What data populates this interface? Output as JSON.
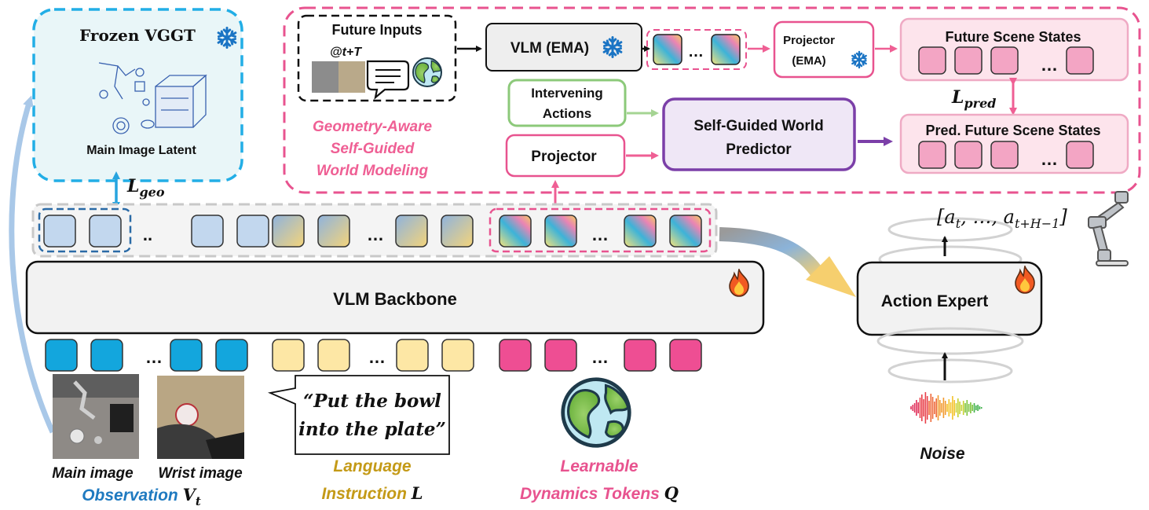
{
  "vggt": {
    "title": "Frozen VGGT",
    "latent_label": "Main Image Latent"
  },
  "losses": {
    "geo_main": "L",
    "geo_sub": "geo",
    "pred_main": "L",
    "pred_sub": "pred"
  },
  "future_inputs": {
    "title": "Future Inputs",
    "subtitle": "@t+T"
  },
  "modules": {
    "vlm_ema": "VLM (EMA)",
    "projector_ema_line1": "Projector",
    "projector_ema_line2": "(EMA)",
    "future_states": "Future Scene States",
    "intervening_line1": "Intervening",
    "intervening_line2": "Actions",
    "projector": "Projector",
    "predictor_line1": "Self-Guided World",
    "predictor_line2": "Predictor",
    "pred_future_states": "Pred. Future Scene States",
    "backbone": "VLM Backbone",
    "action_expert": "Action Expert"
  },
  "world_modeling": {
    "line1": "Geometry-Aware",
    "line2": "Self-Guided",
    "line3": "World Modeling"
  },
  "ellipsis": "…",
  "ellipsis_dots": "..",
  "action_seq": {
    "open": "[",
    "a1": "a",
    "a1_sub": "t",
    "mid": ", …, ",
    "a2": "a",
    "a2_sub": "t+H−1",
    "close": "]"
  },
  "noise_label": "Noise",
  "instruction_quote_line1": "“Put the bowl",
  "instruction_quote_line2": "into the plate”",
  "bottom_labels": {
    "main_image": "Main image",
    "wrist_image": "Wrist image",
    "observation": "Observation ",
    "observation_sym": "V",
    "observation_sub": "t",
    "language_line1": "Language",
    "language_line2": "Instruction ",
    "language_sym": "L",
    "dynamics_line1": "Learnable",
    "dynamics_line2": "Dynamics Tokens ",
    "dynamics_sym": "Q"
  },
  "colors": {
    "observation_blue": "#1f7ac0",
    "language_gold": "#c49a17",
    "dynamics_pink": "#e8538f",
    "token_blue": "#13a6dd",
    "token_yellow": "#fde7a5",
    "token_pink": "#ee4e93",
    "latent_token_blue": "#c2d7ee",
    "vggt_border": "#22aee6",
    "world_border": "#e8538f",
    "predictor_border": "#7b3fa8",
    "intervening_border": "#8cc97a"
  }
}
